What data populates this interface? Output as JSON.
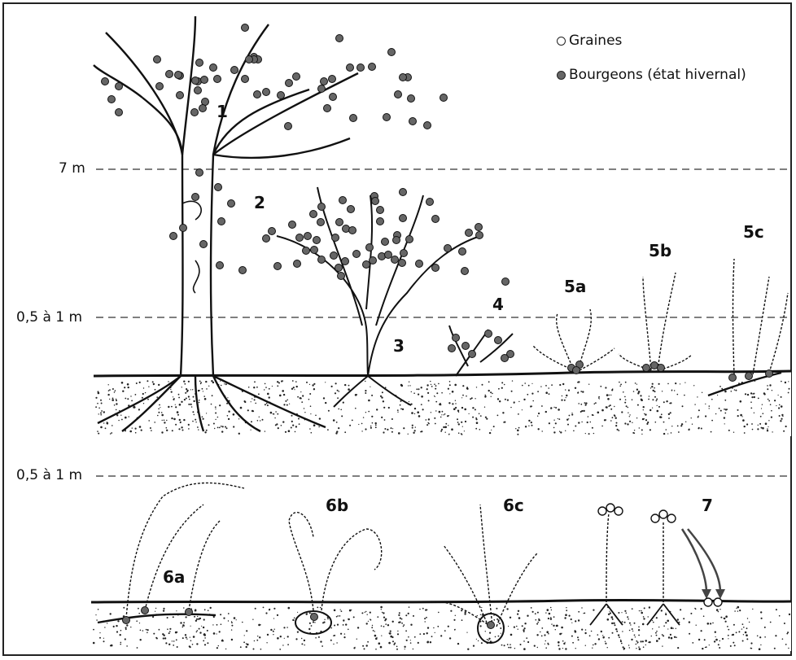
{
  "legend": {
    "seeds": "Graines",
    "buds": "Bourgeons (état hivernal)"
  },
  "heights": {
    "upper_top": "7 m",
    "upper_mid": "0,5 à 1 m",
    "lower": "0,5 à 1 m"
  },
  "labels": {
    "l1": "1",
    "l2": "2",
    "l3": "3",
    "l4": "4",
    "l5a": "5a",
    "l5b": "5b",
    "l5c": "5c",
    "l6a": "6a",
    "l6b": "6b",
    "l6c": "6c",
    "l7": "7"
  },
  "colors": {
    "ink": "#111111",
    "bud": "#666666",
    "ground": "#ffffff"
  }
}
